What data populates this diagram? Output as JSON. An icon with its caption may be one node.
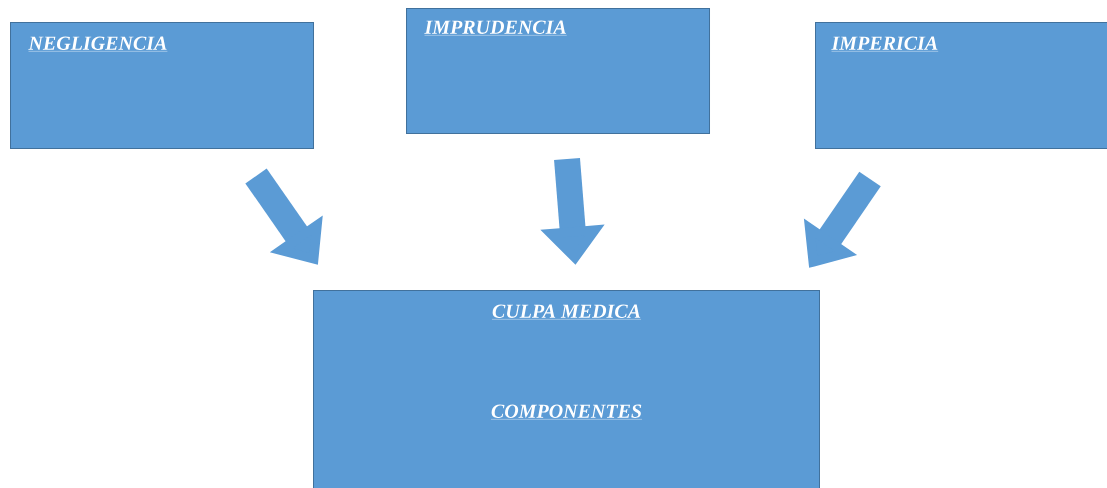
{
  "diagram": {
    "nodes": [
      {
        "text": [
          "NEGLIGENCIA"
        ]
      },
      {
        "text": [
          "IMPRUDENCIA"
        ]
      },
      {
        "text": [
          "IMPERICIA"
        ]
      },
      {
        "text": [
          "CULPA MEDICA",
          "COMPONENTES"
        ]
      }
    ],
    "edges": [
      {
        "from": 0,
        "to": 3,
        "arrow": "to"
      },
      {
        "from": 1,
        "to": 3,
        "arrow": "to"
      },
      {
        "from": 2,
        "to": 3,
        "arrow": "to"
      }
    ]
  }
}
